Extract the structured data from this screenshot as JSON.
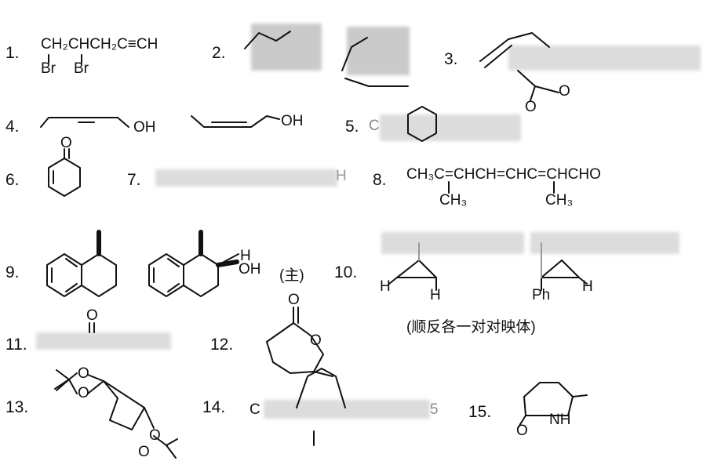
{
  "items": [
    {
      "number": "1.",
      "text_line1": "CH₂CHCH₂C≡CH",
      "text_br1": "Br",
      "text_br2": "Br"
    },
    {
      "number": "2."
    },
    {
      "number": "3.",
      "atom_o1": "O",
      "atom_o2": "O"
    },
    {
      "number": "4.",
      "oh_left": "OH",
      "oh_right": "OH"
    },
    {
      "number": "5.",
      "prefix": "C"
    },
    {
      "number": "6.",
      "atom_o": "O"
    },
    {
      "number": "7.",
      "tail": "H"
    },
    {
      "number": "8.",
      "main": "CH₃C=CHCH=CHC=CHCHO",
      "me1": "CH₃",
      "me2": "CH₃"
    },
    {
      "number": "9.",
      "atom_h": "H",
      "atom_oh": "OH",
      "note": "(主)"
    },
    {
      "number": "10.",
      "h1": "H",
      "h2": "H",
      "ph": "Ph",
      "h3": "H",
      "note": "(顺反各一对对映体)"
    },
    {
      "number": "11.",
      "atom_o": "O"
    },
    {
      "number": "12.",
      "atom_o_carbonyl": "O",
      "atom_o_ring": "O"
    },
    {
      "number": "13.",
      "atom_o1": "O",
      "atom_o2": "O",
      "atom_o3": "O",
      "atom_o4": "O"
    },
    {
      "number": "14.",
      "prefix": "C",
      "suffix": "5"
    },
    {
      "number": "15.",
      "atom_o": "O",
      "atom_nh": "NH"
    }
  ]
}
